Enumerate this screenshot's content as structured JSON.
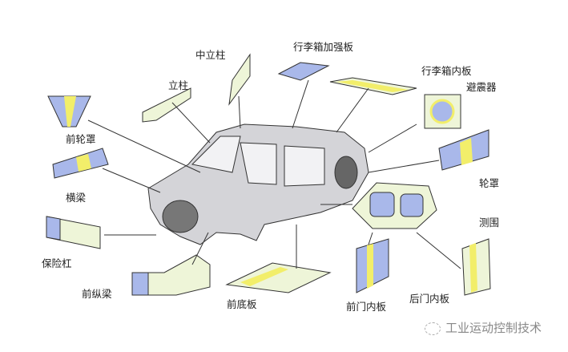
{
  "labels": {
    "center_pillar": "中立柱",
    "trunk_reinforcement": "行李箱加强板",
    "trunk_inner_panel": "行李箱内板",
    "shock_absorber": "避震器",
    "pillar": "立柱",
    "front_wheel_house": "前轮罩",
    "cross_member": "横梁",
    "bumper": "保险杠",
    "front_side_member": "前纵梁",
    "front_floor": "前底板",
    "front_door_inner": "前门内板",
    "rear_door_inner": "后门内板",
    "wheel_house": "轮罩",
    "side_panel": "测围"
  },
  "watermark": "工业运动控制技术",
  "colors": {
    "panel_blue": "#a9b8ea",
    "panel_light": "#eef5d8",
    "highlight": "#f2ee6a",
    "body_grey": "#d4d4d8"
  }
}
